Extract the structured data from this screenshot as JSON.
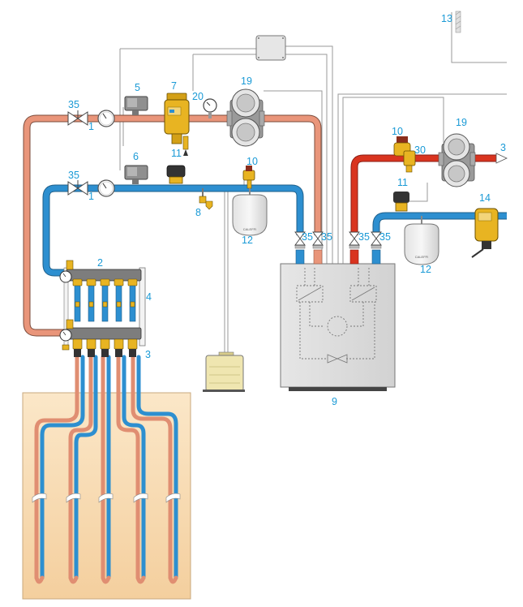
{
  "colors": {
    "hot_light": "#e9957a",
    "hot_dark": "#d9341f",
    "cold": "#2d8fd0",
    "label": "#1a9ad6",
    "brass": "#e8b422",
    "field": "#f7d8aa"
  },
  "labels": {
    "l35a": "35",
    "l1a": "1",
    "l5": "5",
    "l7": "7",
    "l20": "20",
    "l19a": "19",
    "l11a": "11",
    "l35b": "35",
    "l1b": "1",
    "l6": "6",
    "l10a": "10",
    "l8": "8",
    "l12a": "12",
    "l2": "2",
    "l4": "4",
    "l3": "3",
    "l35c": "35",
    "l35d": "35",
    "l35e": "35",
    "l35f": "35",
    "l9": "9",
    "l13": "13",
    "l10b": "10",
    "l30": "30",
    "l11b": "11",
    "l19b": "19",
    "l3b": "3",
    "l14": "14",
    "l12b": "12"
  }
}
